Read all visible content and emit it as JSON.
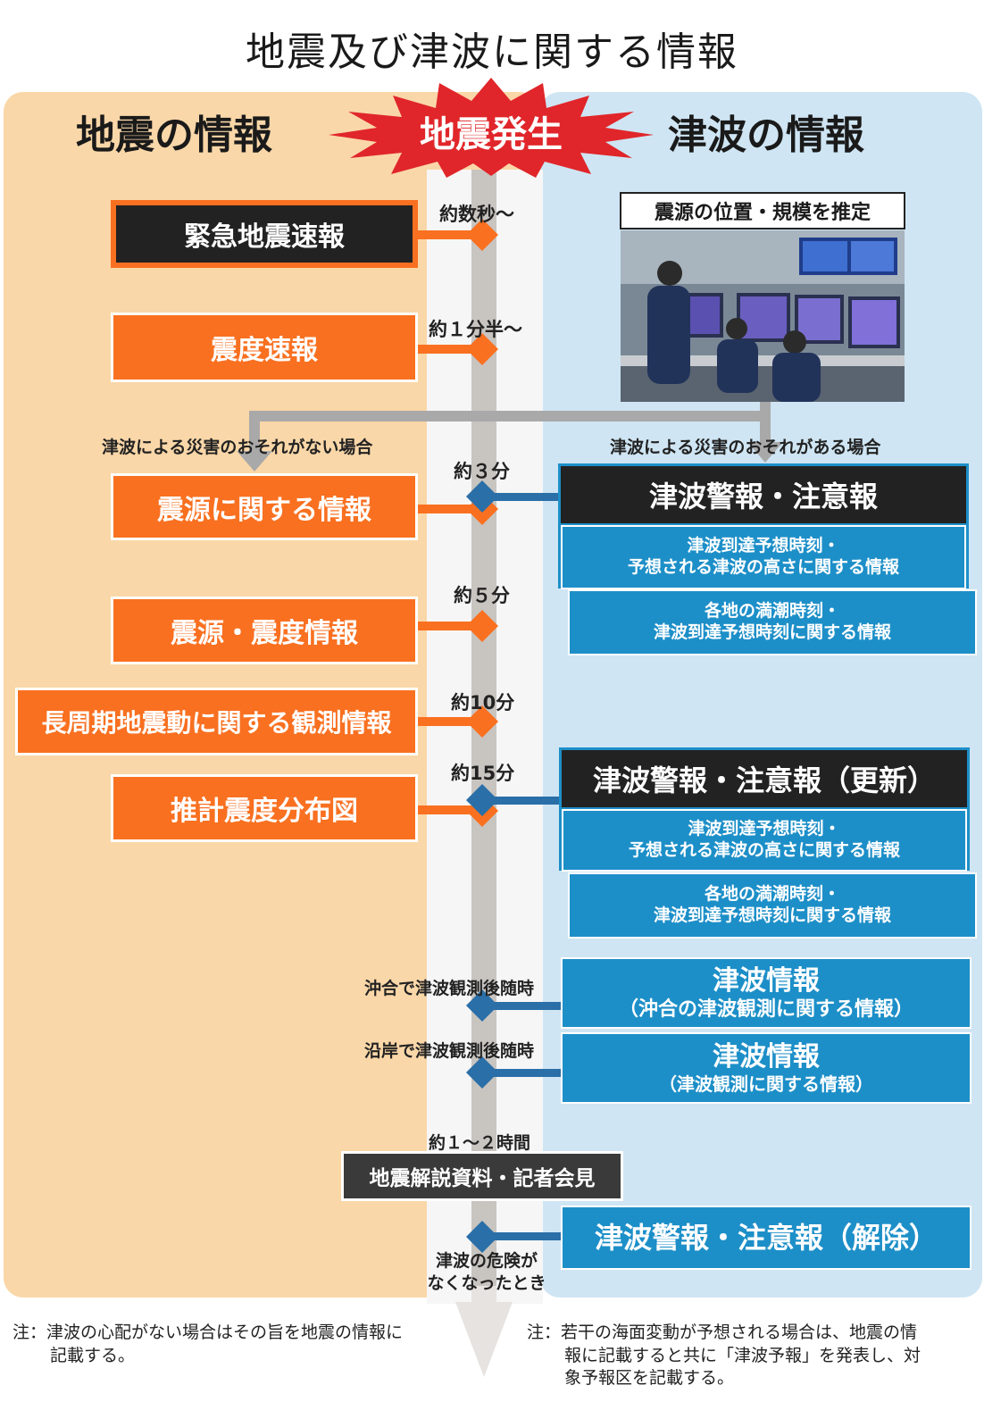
{
  "title": "地震及び津波に関する情報",
  "headings": {
    "left": "地震の情報",
    "center": "地震発生",
    "right": "津波の情報"
  },
  "earthquake_info": {
    "eew": "緊急地震速報",
    "seismic_intensity": "震度速報",
    "hypocenter": "震源に関する情報",
    "hypocenter_intensity": "震源・震度情報",
    "long_period": "長周期地震動に関する観測情報",
    "estimated_map": "推計震度分布図"
  },
  "times": {
    "t1": "約数秒〜",
    "t2": "約１分半〜",
    "t3": "約３分",
    "t4": "約５分",
    "t5": "約10分",
    "t6": "約15分",
    "t7": "約１〜２時間"
  },
  "branch": {
    "no_risk": "津波による災害のおそれがない場合",
    "risk": "津波による災害のおそれがある場合"
  },
  "photo_caption": "震源の位置・規模を推定",
  "tsunami_info": {
    "warning": "津波警報・注意報",
    "warning_sub_1": "津波到達予想時刻・",
    "warning_sub_2": "予想される津波の高さに関する情報",
    "tide_1": "各地の満潮時刻・",
    "tide_2": "津波到達予想時刻に関する情報",
    "warning_update": "津波警報・注意報（更新）",
    "update_sub_1": "津波到達予想時刻・",
    "update_sub_2": "予想される津波の高さに関する情報",
    "tide2_1": "各地の満潮時刻・",
    "tide2_2": "津波到達予想時刻に関する情報",
    "offshore_label": "沖合で津波観測後随時",
    "offshore_title": "津波情報",
    "offshore_sub": "（沖合の津波観測に関する情報）",
    "coastal_label": "沿岸で津波観測後随時",
    "coastal_title": "津波情報",
    "coastal_sub": "（津波観測に関する情報）",
    "lifted": "津波警報・注意報（解除）",
    "danger_gone_1": "津波の危険が",
    "danger_gone_2": "なくなったとき"
  },
  "press": "地震解説資料・記者会見",
  "notes": {
    "left_1": "注：津波の心配がない場合はその旨を地震の情報に",
    "left_2": "記載する。",
    "right_1": "注：若干の海面変動が予想される場合は、地震の情",
    "right_2": "報に記載すると共に「津波予報」を発表し、対",
    "right_3": "象予報区を記載する。"
  },
  "colors": {
    "orange": "#f97020",
    "blue": "#1d8fc8",
    "dark_blue": "#2a6fa8",
    "star_red": "#e0262a",
    "left_bg": "#fad7a8",
    "right_bg": "#cfe5f3"
  }
}
